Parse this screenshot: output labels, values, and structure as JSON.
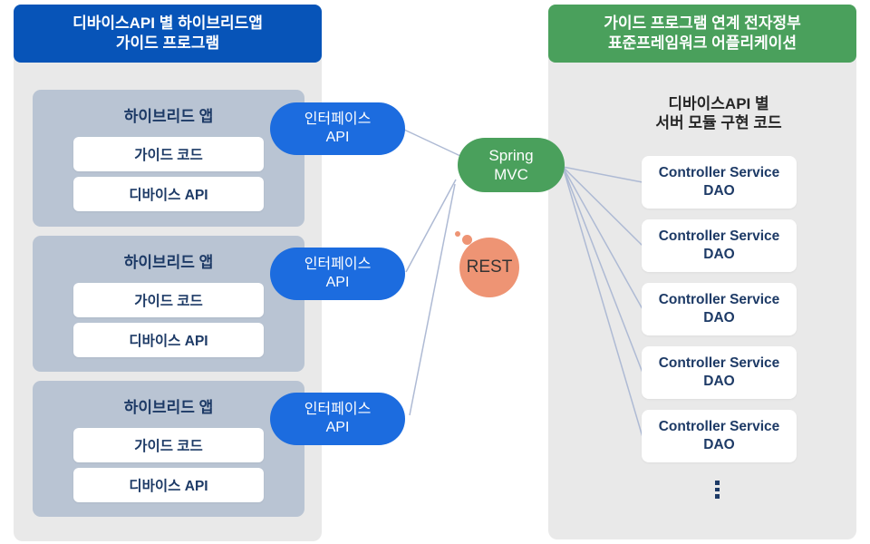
{
  "left": {
    "header": {
      "line1": "디바이스API 별 하이브리드앱",
      "line2": "가이드 프로그램"
    },
    "apps": [
      {
        "title": "하이브리드 앱",
        "guide": "가이드 코드",
        "device": "디바이스 API"
      },
      {
        "title": "하이브리드 앱",
        "guide": "가이드 코드",
        "device": "디바이스 API"
      },
      {
        "title": "하이브리드 앱",
        "guide": "가이드 코드",
        "device": "디바이스 API"
      }
    ]
  },
  "pills": [
    {
      "line1": "인터페이스",
      "line2": "API"
    },
    {
      "line1": "인터페이스",
      "line2": "API"
    },
    {
      "line1": "인터페이스",
      "line2": "API"
    }
  ],
  "center": {
    "spring": {
      "line1": "Spring",
      "line2": "MVC"
    },
    "rest": "REST"
  },
  "right": {
    "header": {
      "line1": "가이드 프로그램 연계 전자정부",
      "line2": "표준프레임워크 어플리케이션"
    },
    "title": {
      "line1": "디바이스API 별",
      "line2": "서버 모듈 구현 코드"
    },
    "modules": [
      {
        "line1": "Controller Service",
        "line2": "DAO"
      },
      {
        "line1": "Controller Service",
        "line2": "DAO"
      },
      {
        "line1": "Controller Service",
        "line2": "DAO"
      },
      {
        "line1": "Controller Service",
        "line2": "DAO"
      },
      {
        "line1": "Controller Service",
        "line2": "DAO"
      }
    ],
    "icons": {
      "vertical_ellipsis": "⋮"
    }
  },
  "colors": {
    "header_blue": "#0754b8",
    "header_green": "#4aa05c",
    "panel_gray": "#e9e9e9",
    "app_box_gray_blue": "#b9c4d3",
    "pill_blue": "#1c6cdf",
    "spring_green": "#4aa05c",
    "rest_orange": "#ee9474",
    "navy_text": "#1d3a66",
    "connector_line": "#aebad4"
  }
}
